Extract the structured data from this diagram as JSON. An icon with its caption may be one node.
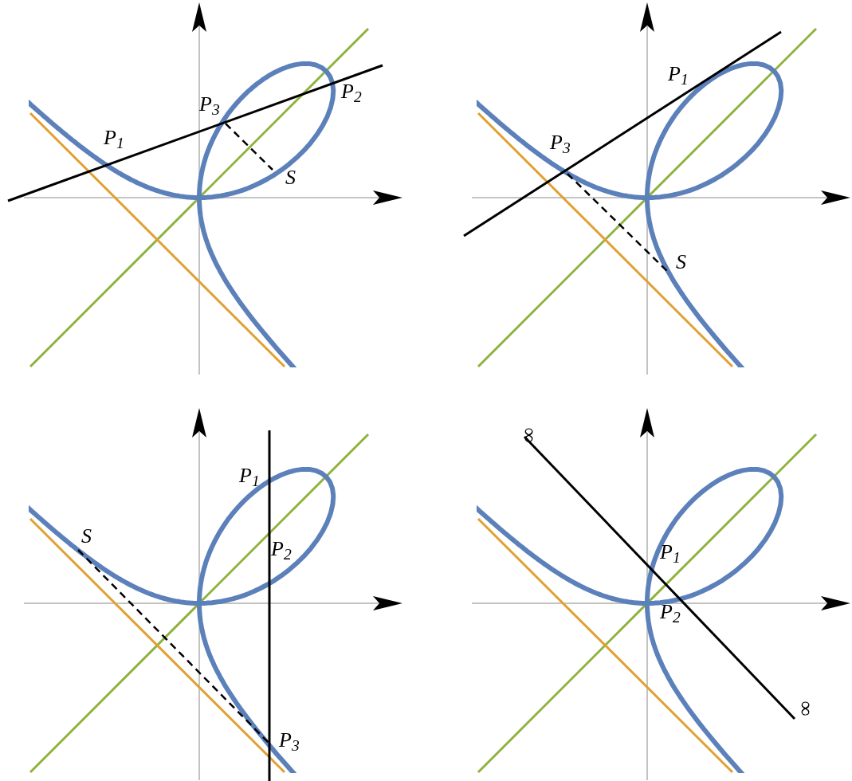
{
  "diagram": {
    "labels": [
      "P$_{3}$",
      "P$_{2}$",
      "P$_{1}$",
      "S",
      "P$_{1}$",
      "P$_{3}$",
      "S",
      "P$_{1}$",
      "S",
      "P$_{2}$",
      "P$_{3}$",
      "∞",
      "P$_{1}$",
      "P$_{2}$",
      "∞"
    ]
  }
}
